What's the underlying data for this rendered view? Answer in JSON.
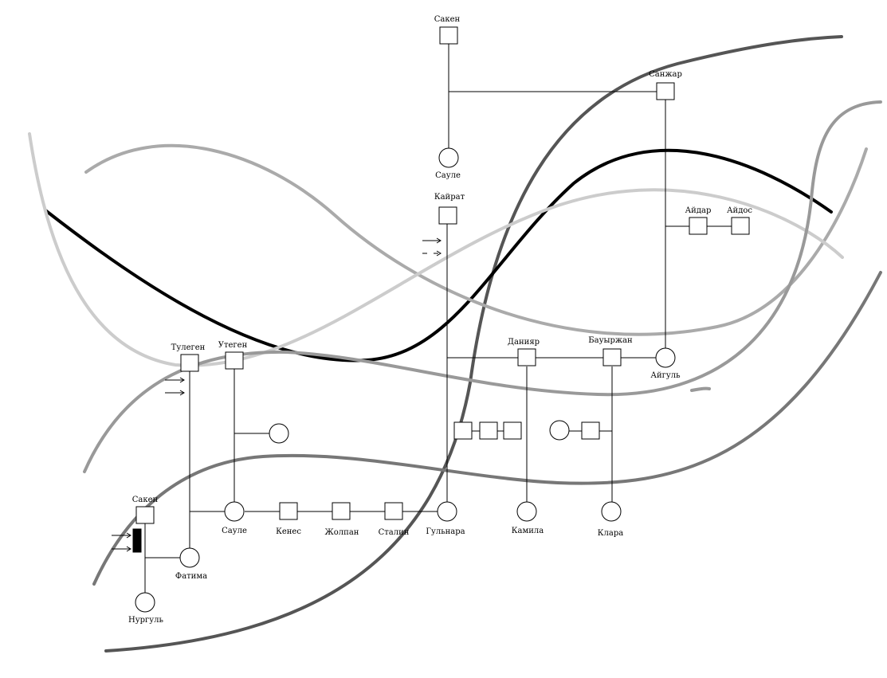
{
  "names": {
    "saken_top": "Сакен",
    "sanzhar": "Санжар",
    "saule_top": "Сауле",
    "kairat": "Кайрат",
    "aidar": "Айдар",
    "aidos": "Айдос",
    "daniyar": "Данияр",
    "bauyrzhan": "Бауыржан",
    "aigul": "Айгуль",
    "tulegen": "Тулеген",
    "utegen": "Утеген",
    "saken_left": "Сакен",
    "saule_mid": "Сауле",
    "kenes": "Кенес",
    "zholpan": "Жолпан",
    "stalin": "Сталин",
    "gulnara": "Гульнара",
    "kamila": "Камила",
    "klara": "Клара",
    "fatima": "Фатима",
    "nurgul": "Нургуль"
  },
  "colors": {
    "line": "#000000",
    "curve_black": "#000000",
    "curve_dark": "#555555",
    "curve_mid": "#888888",
    "curve_light": "#aaaaaa",
    "curve_lighter": "#cccccc"
  }
}
